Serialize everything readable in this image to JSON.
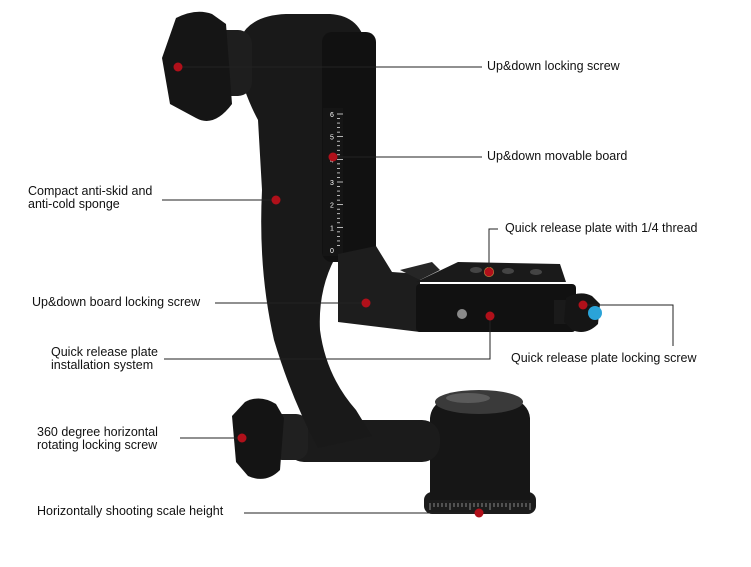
{
  "diagram": {
    "colors": {
      "background": "#ffffff",
      "body": "#1a1a1a",
      "marker": "#b0101a",
      "leader": "#222222",
      "scale_accent": "#ffffff",
      "thread": "#c9a34a",
      "knob_blue": "#2aa3d8"
    },
    "labels": {
      "updown_locking_screw": "Up&down locking screw",
      "updown_movable_board": "Up&down movable board",
      "sponge_line1": "Compact anti-skid and",
      "sponge_line2": "anti-cold sponge",
      "qr_plate_thread": "Quick release plate with 1/4 thread",
      "board_locking_screw": "Up&down board locking screw",
      "qr_install_line1": "Quick release plate",
      "qr_install_line2": "installation system",
      "qr_locking_screw": "Quick release plate locking screw",
      "rotating_line1": "360 degree horizontal",
      "rotating_line2": "rotating locking screw",
      "scale_height": "Horizontally shooting scale height"
    },
    "vertical_scale_ticks": [
      "6",
      "5",
      "4",
      "3",
      "2",
      "1",
      "0"
    ]
  }
}
